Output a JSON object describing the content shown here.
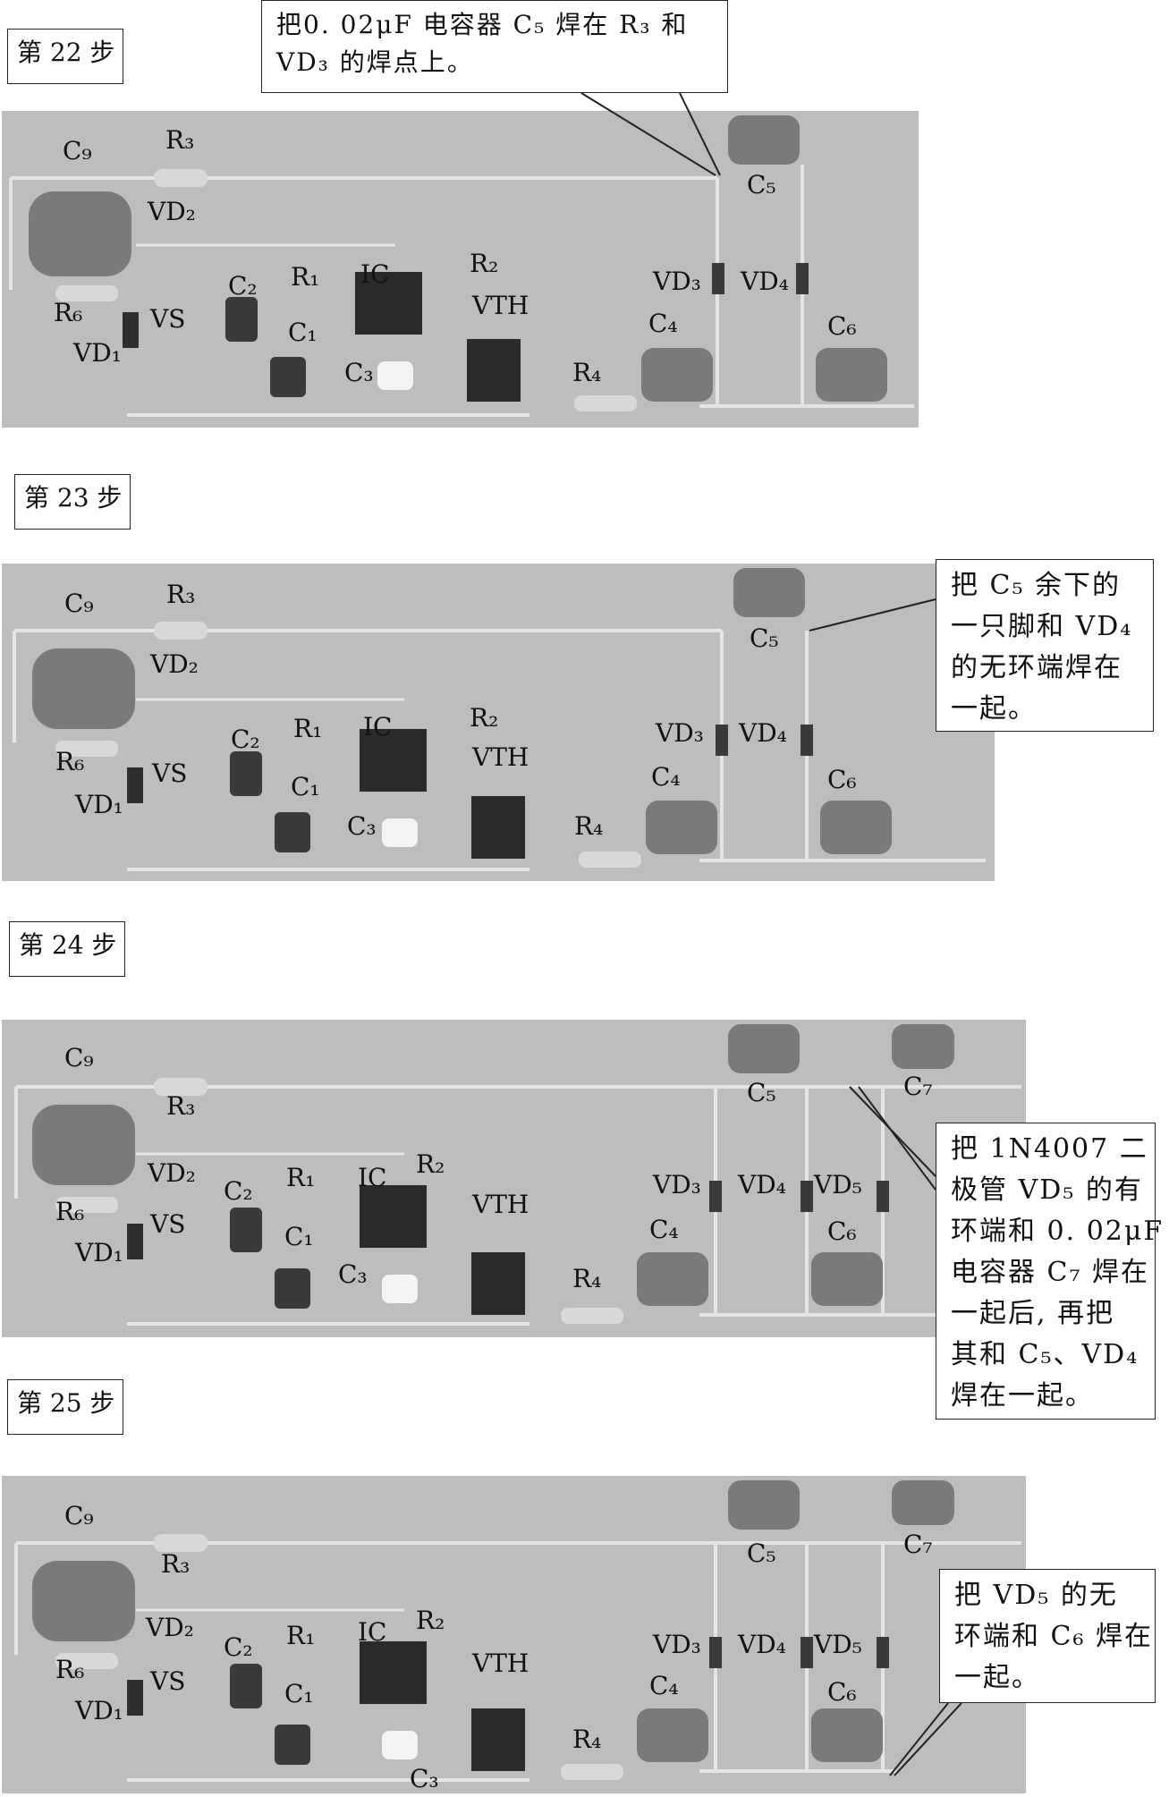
{
  "steps": [
    {
      "label": "第 22 步",
      "callout": [
        "把0. 02μF 电容器 C₅ 焊在 R₃ 和",
        "VD₃ 的焊点上。"
      ]
    },
    {
      "label": "第 23 步",
      "callout": [
        "把 C₅ 余下的",
        "一只脚和 VD₄",
        "的无环端焊在",
        "一起。"
      ]
    },
    {
      "label": "第 24 步",
      "callout": [
        "把 1N4007 二",
        "极管 VD₅ 的有",
        "环端和 0. 02μF",
        "电容器 C₇ 焊在",
        "一起后, 再把",
        "其和 C₅、VD₄",
        "焊在一起。"
      ]
    },
    {
      "label": "第 25 步",
      "callout": [
        "把 VD₅ 的无",
        "环端和 C₆ 焊在",
        "一起。"
      ]
    }
  ],
  "component_labels": {
    "C9": "C₉",
    "R3": "R₃",
    "VD2": "VD₂",
    "R6": "R₆",
    "VD1": "VD₁",
    "VS": "VS",
    "C2": "C₂",
    "R1": "R₁",
    "IC": "IC",
    "C1": "C₁",
    "C3": "C₃",
    "R2": "R₂",
    "VTH": "VTH",
    "R4": "R₄",
    "VD3": "VD₃",
    "VD4": "VD₄",
    "C4": "C₄",
    "C5": "C₅",
    "C6": "C₆",
    "VD5": "VD₅",
    "C7": "C₇"
  },
  "colors": {
    "photo_bg": "#bdbdbd",
    "capacitor": "#7a7a7a",
    "wire": "#e4e4e4"
  }
}
